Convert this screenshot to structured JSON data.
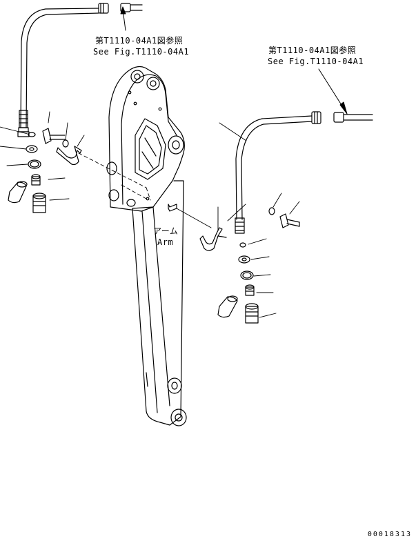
{
  "references": {
    "left": {
      "jp": "第T1110-04A1図参照",
      "en": "See Fig.T1110-04A1"
    },
    "right": {
      "jp": "第T1110-04A1図参照",
      "en": "See Fig.T1110-04A1"
    }
  },
  "part_label": {
    "jp": "アーム",
    "en": "Arm"
  },
  "drawing_code": "00018313"
}
